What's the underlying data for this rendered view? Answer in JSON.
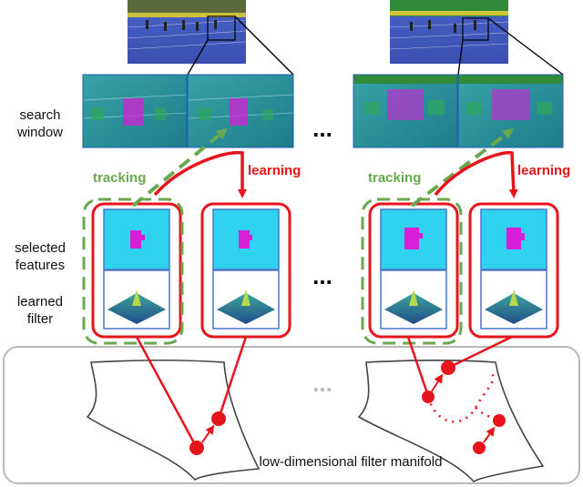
{
  "labels": {
    "search_window_1": "search",
    "search_window_2": "window",
    "selected_features_1": "selected",
    "selected_features_2": "features",
    "learned_filter_1": "learned",
    "learned_filter_2": "filter",
    "tracking_left": "tracking",
    "learning_left": "learning",
    "tracking_right": "tracking",
    "learning_right": "learning",
    "ellipsis": "...",
    "manifold_caption": "low-dimensional filter manifold"
  },
  "colors": {
    "red": "#e8141b",
    "green": "#6aa84f",
    "cyan_feature": "#2fd3f0",
    "magenta_feature": "#d61fd6",
    "frame_blue": "#4a77c9",
    "panel_border": "#b8b8b8"
  }
}
